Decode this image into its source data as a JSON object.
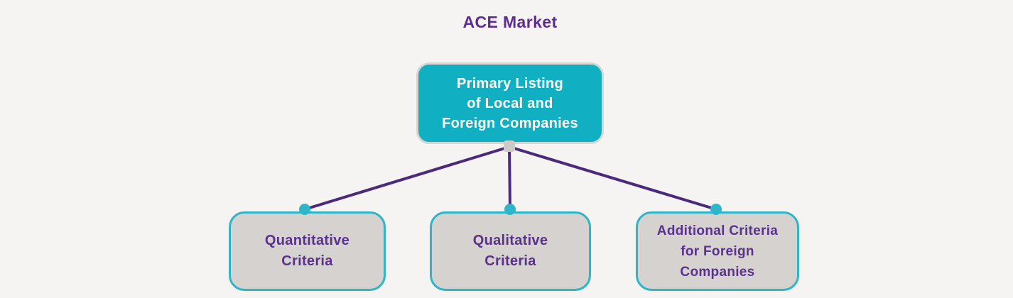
{
  "title": "ACE Market",
  "colors": {
    "background": "#f5f4f2",
    "teal": "#10b0c2",
    "teal_border": "#2eb5c7",
    "node_fill": "#d5d2cf",
    "purple_text": "#5b3190",
    "title_purple": "#5e2d91",
    "line_purple": "#4b2a7c",
    "root_text": "#ffffff",
    "root_border": "#d8d6d3",
    "junction_gray": "#cdcac7"
  },
  "root": {
    "label": "Primary Listing\nof Local and\nForeign Companies"
  },
  "children": [
    {
      "label": "Quantitative\nCriteria"
    },
    {
      "label": "Qualitative\nCriteria"
    },
    {
      "label": "Additional Criteria\nfor Foreign\nCompanies"
    }
  ]
}
